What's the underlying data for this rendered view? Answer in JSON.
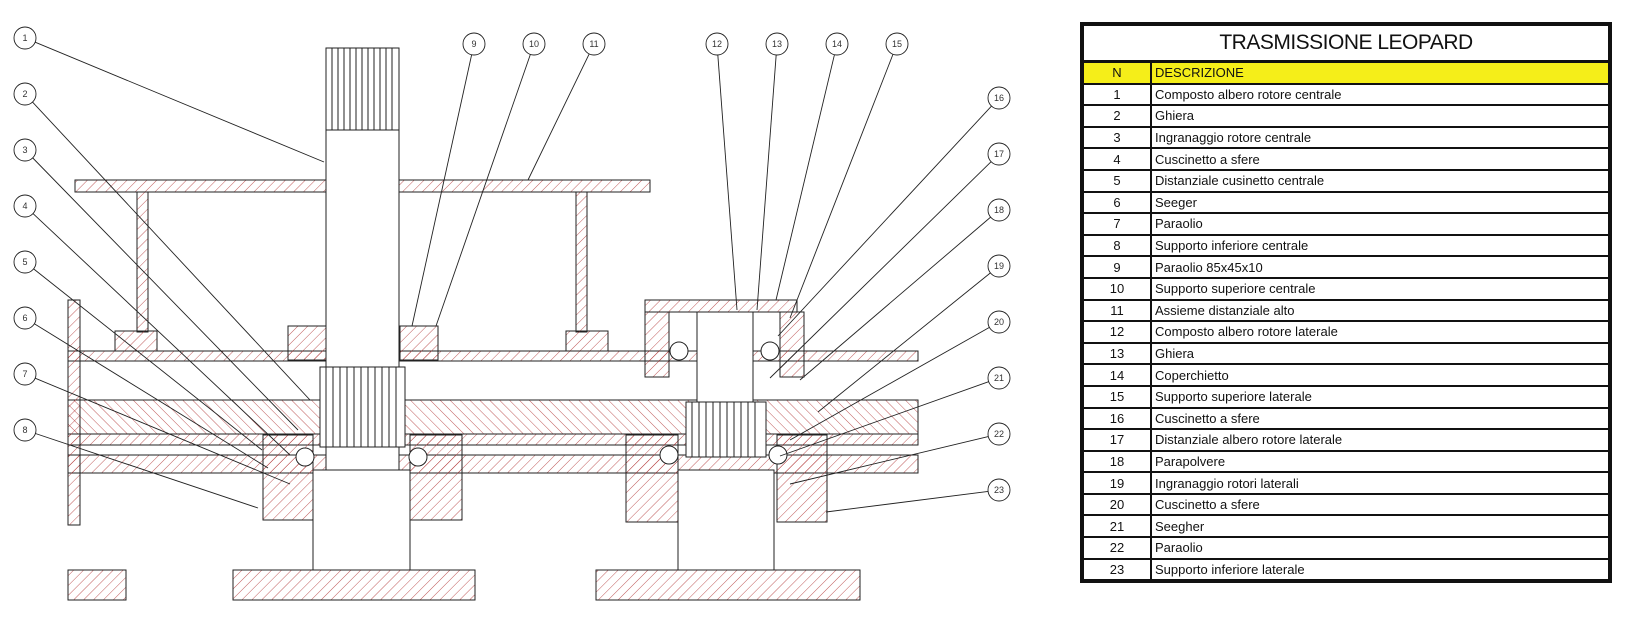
{
  "table": {
    "title": "TRASMISSIONE LEOPARD",
    "header_color": "#f5ee19",
    "headers": {
      "n": "N",
      "description": "DESCRIZIONE"
    },
    "rows": [
      {
        "n": "1",
        "description": "Composto albero rotore centrale"
      },
      {
        "n": "2",
        "description": "Ghiera"
      },
      {
        "n": "3",
        "description": "Ingranaggio rotore centrale"
      },
      {
        "n": "4",
        "description": "Cuscinetto  a sfere"
      },
      {
        "n": "5",
        "description": "Distanziale cusinetto centrale"
      },
      {
        "n": "6",
        "description": "Seeger"
      },
      {
        "n": "7",
        "description": "Paraolio"
      },
      {
        "n": "8",
        "description": "Supporto inferiore centrale"
      },
      {
        "n": "9",
        "description": "Paraolio 85x45x10"
      },
      {
        "n": "10",
        "description": "Supporto superiore centrale"
      },
      {
        "n": "11",
        "description": "Assieme distanziale alto"
      },
      {
        "n": "12",
        "description": "Composto albero rotore laterale"
      },
      {
        "n": "13",
        "description": "Ghiera"
      },
      {
        "n": "14",
        "description": "Coperchietto"
      },
      {
        "n": "15",
        "description": "Supporto superiore laterale"
      },
      {
        "n": "16",
        "description": "Cuscinetto  a sfere"
      },
      {
        "n": "17",
        "description": "Distanziale albero rotore laterale"
      },
      {
        "n": "18",
        "description": "Parapolvere"
      },
      {
        "n": "19",
        "description": "Ingranaggio rotori laterali"
      },
      {
        "n": "20",
        "description": "Cuscinetto a sfere"
      },
      {
        "n": "21",
        "description": "Seegher"
      },
      {
        "n": "22",
        "description": "Paraolio"
      },
      {
        "n": "23",
        "description": "Supporto inferiore laterale"
      }
    ]
  },
  "drawing": {
    "balloons": [
      "1",
      "2",
      "3",
      "4",
      "5",
      "6",
      "7",
      "8",
      "9",
      "10",
      "11",
      "12",
      "13",
      "14",
      "15",
      "16",
      "17",
      "18",
      "19",
      "20",
      "21",
      "22",
      "23"
    ],
    "hatch_color": "#b03030",
    "line_color": "#222222"
  }
}
